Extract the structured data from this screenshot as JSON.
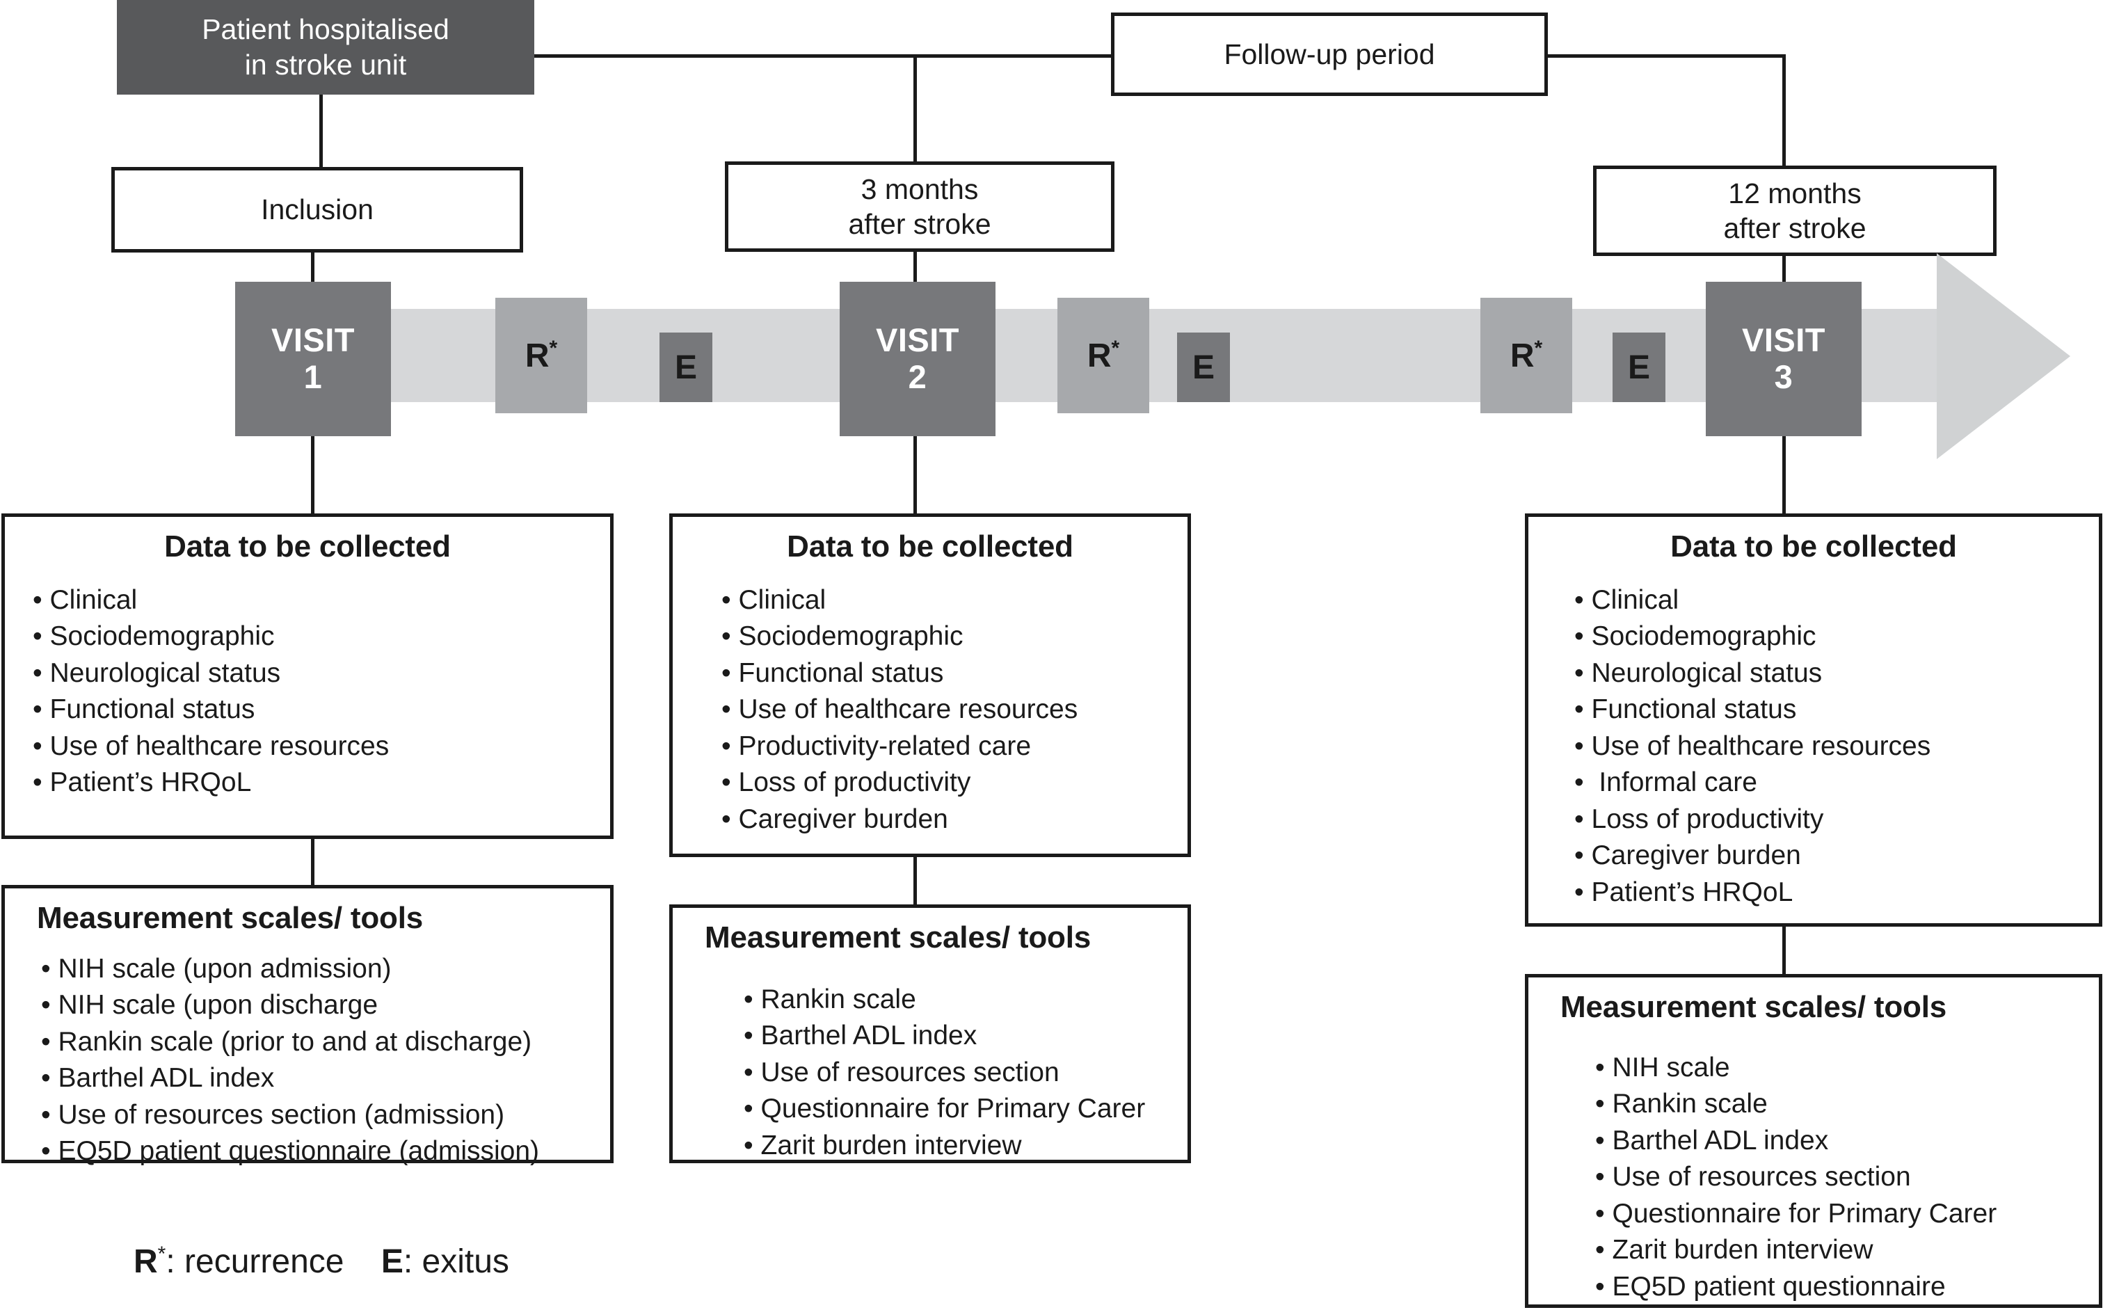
{
  "diagram": {
    "title_box": {
      "label": "Patient hospitalised\nin stroke unit"
    },
    "followup_box": {
      "label": "Follow-up period"
    },
    "timepoints": [
      {
        "label": "Inclusion"
      },
      {
        "label": "3 months\nafter stroke"
      },
      {
        "label": "12 months\nafter stroke"
      }
    ],
    "visits": [
      {
        "word": "VISIT",
        "number": "1"
      },
      {
        "word": "VISIT",
        "number": "2"
      },
      {
        "word": "VISIT",
        "number": "3"
      }
    ],
    "markers": {
      "recurrence": "R",
      "recurrence_superscript": "*",
      "exitus": "E"
    },
    "legend": {
      "recurrence_symbol": "R",
      "recurrence_superscript": "*",
      "recurrence_text": ": recurrence",
      "exitus_symbol": "E",
      "exitus_text": ": exitus"
    },
    "columns": [
      {
        "data_panel": {
          "heading": "Data to be collected",
          "items": [
            "Clinical",
            "Sociodemographic",
            "Neurological status",
            "Functional status",
            "Use of healthcare resources",
            "Patient’s HRQoL"
          ]
        },
        "scales_panel": {
          "heading": "Measurement scales/ tools",
          "items": [
            "NIH scale (upon admission)",
            "NIH scale (upon discharge",
            "Rankin scale (prior to and at discharge)",
            "Barthel ADL index",
            "Use of resources section (admission)",
            "EQ5D patient questionnaire (admission)"
          ]
        }
      },
      {
        "data_panel": {
          "heading": "Data to be collected",
          "items": [
            "Clinical",
            "Sociodemographic",
            "Functional status",
            "Use of healthcare resources",
            "Productivity-related care",
            "Loss of productivity",
            "Caregiver burden"
          ]
        },
        "scales_panel": {
          "heading": "Measurement scales/ tools",
          "items": [
            "Rankin scale",
            "Barthel ADL index",
            "Use of resources section",
            "Questionnaire for Primary Carer",
            "Zarit burden interview"
          ]
        }
      },
      {
        "data_panel": {
          "heading": "Data to be collected",
          "items": [
            "Clinical",
            "Sociodemographic",
            "Neurological status",
            "Functional status",
            "Use of healthcare resources",
            " Informal care",
            "Loss of productivity",
            "Caregiver burden",
            "Patient’s HRQoL"
          ]
        },
        "scales_panel": {
          "heading": "Measurement scales/ tools",
          "items": [
            "NIH scale",
            "Rankin scale",
            "Barthel ADL index",
            "Use of resources section",
            "Questionnaire for Primary Carer",
            "Zarit burden interview",
            "EQ5D patient questionnaire"
          ]
        }
      }
    ],
    "colors": {
      "dark_box": "#58595B",
      "visit_box": "#77787B",
      "recurrence_box": "#A7A9AC",
      "timeline_bar": "#D6D7D9",
      "arrow": "#D0D2D3",
      "outline": "#1a1a1a",
      "background": "#ffffff"
    }
  }
}
